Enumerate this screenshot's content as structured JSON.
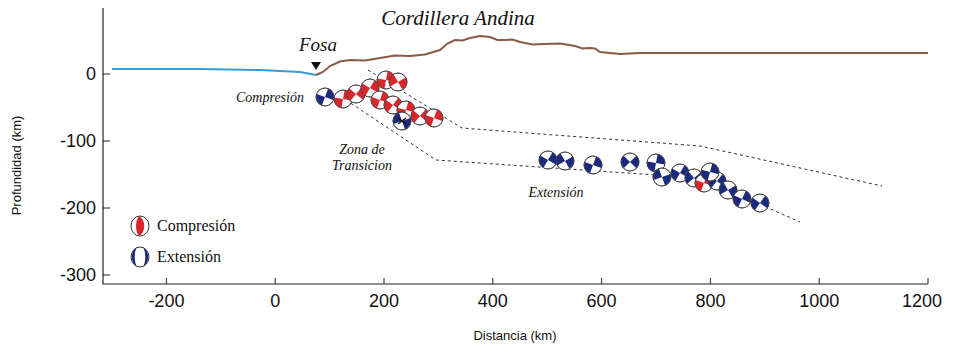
{
  "diagram": {
    "labels": [
      "Cordillera Andina",
      "Fosa",
      "Compresión",
      "Zona de Transicion",
      "Extensión",
      "Profundidad (km)",
      "Distancia (km)",
      "0",
      "-100",
      "-200",
      "-300",
      "-200",
      "0",
      "200",
      "400",
      "600",
      "800",
      "1000",
      "1200"
    ],
    "legend": [
      {
        "text": "Compresión",
        "color": "#d8262b"
      },
      {
        "text": "Extensión",
        "color": "#1b2a7d"
      }
    ]
  }
}
